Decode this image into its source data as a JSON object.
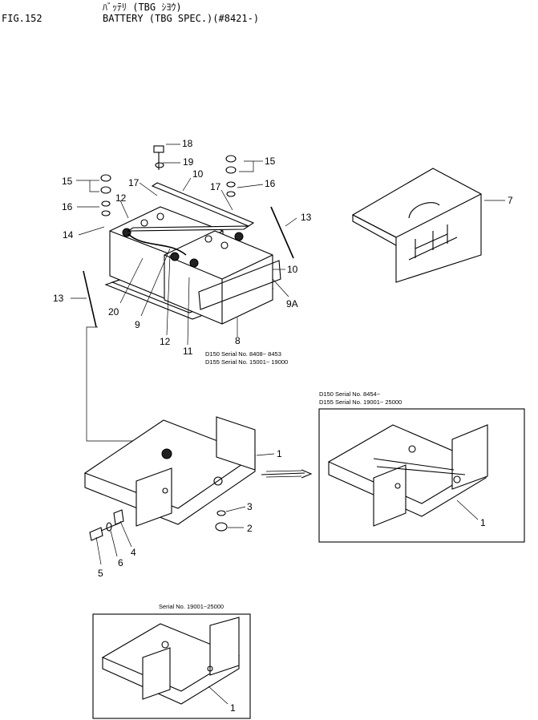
{
  "header": {
    "title_jp": "ﾊﾞｯﾃﾘ (TBG ｼﾖｳ)",
    "fig_no": "FIG.152",
    "title": "BATTERY (TBG SPEC.)(#8421-)"
  },
  "notes": {
    "upper_1": "D150 Serial No. 8408~ 8453",
    "upper_2": "D155 Serial No. 15001~ 19000",
    "right_1": "D150 Serial No. 8454~",
    "right_2": "D155 Serial No. 19001~ 25000",
    "bottom": "Serial No. 19001~25000"
  },
  "callouts": {
    "c18": "18",
    "c19": "19",
    "c10a": "10",
    "c15a": "15",
    "c15b": "15",
    "c17a": "17",
    "c17b": "17",
    "c16a": "16",
    "c16b": "16",
    "c12a": "12",
    "c13a": "13",
    "c14": "14",
    "c7": "7",
    "c10b": "10",
    "c13b": "13",
    "c20": "20",
    "c9": "9",
    "c9a": "9A",
    "c8": "8",
    "c12b": "12",
    "c11": "11",
    "c1a": "1",
    "c1b": "1",
    "c1c": "1",
    "c3": "3",
    "c2": "2",
    "c4": "4",
    "c6": "6",
    "c5": "5"
  }
}
